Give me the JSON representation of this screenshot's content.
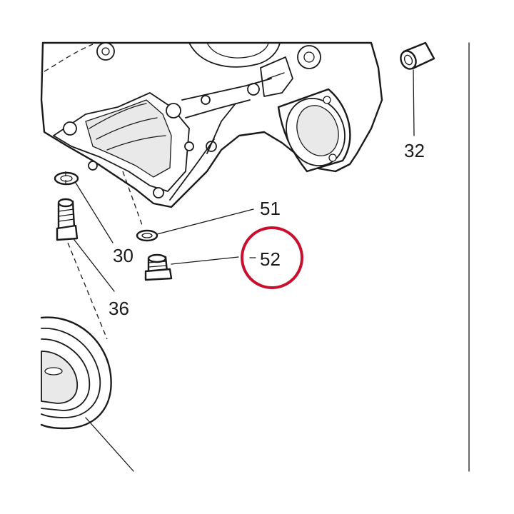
{
  "diagram": {
    "callouts": [
      {
        "id": "30",
        "label": "30"
      },
      {
        "id": "32",
        "label": "32"
      },
      {
        "id": "36",
        "label": "36"
      },
      {
        "id": "51",
        "label": "51"
      },
      {
        "id": "52",
        "label": "52"
      }
    ],
    "highlight": {
      "target": "52",
      "color": "#c8102e"
    }
  }
}
